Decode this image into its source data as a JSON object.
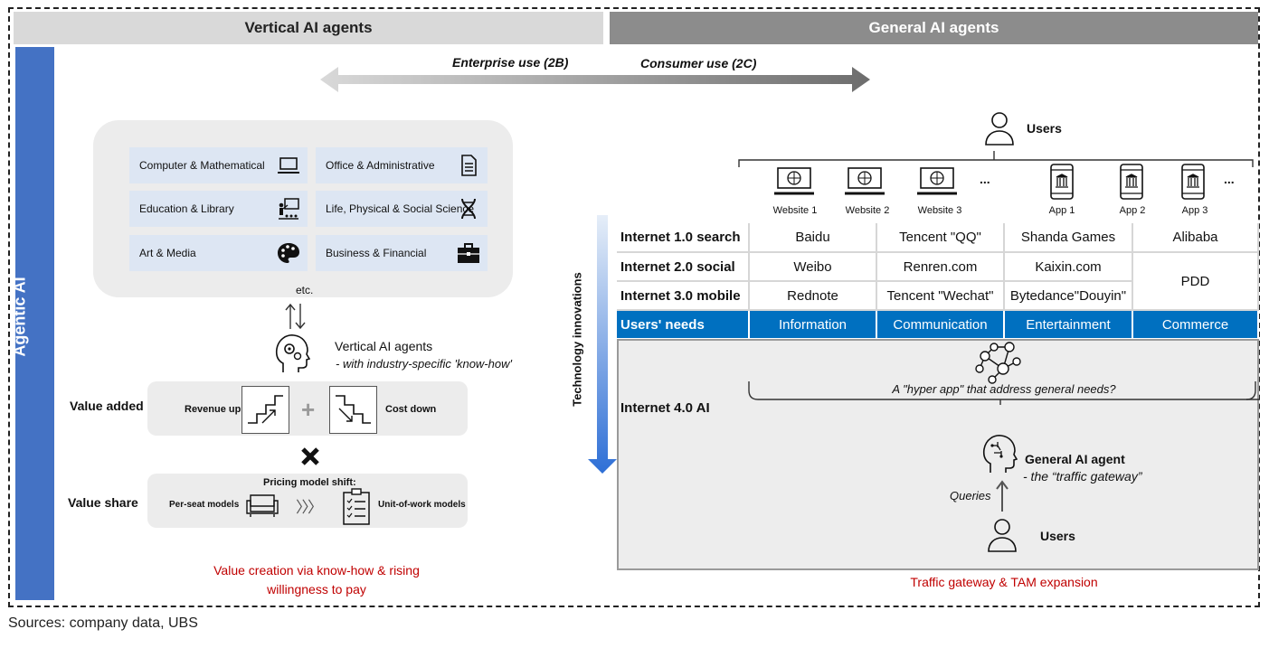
{
  "headers": {
    "left": "Vertical AI agents",
    "right": "General AI agents"
  },
  "sidebar": {
    "label": "Agentic AI"
  },
  "arrow": {
    "left": "Enterprise use (2B)",
    "right": "Consumer use (2C)"
  },
  "occupations": {
    "tiles": [
      "Computer & Mathematical",
      "Office & Administrative",
      "Education & Library",
      "Life, Physical & Social Science",
      "Art & Media",
      "Business & Financial"
    ],
    "etc": "etc."
  },
  "vertical_agent": {
    "title": "Vertical AI agents",
    "subtitle": "- with industry-specific  'know-how'"
  },
  "value_added": {
    "label": "Value added",
    "revenue": "Revenue up",
    "cost": "Cost down"
  },
  "value_share": {
    "label": "Value share",
    "shift": "Pricing model shift:",
    "per_seat": "Per-seat models",
    "unit_of_work": "Unit-of-work models"
  },
  "left_footer": {
    "line1": "Value creation via know-how & rising",
    "line2": "willingness to pay"
  },
  "users_top": "Users",
  "channels": [
    "Website 1",
    "Website 2",
    "Website 3",
    "App 1",
    "App 2",
    "App 3"
  ],
  "ellipsis": "...",
  "tech_label": "Technology innovations",
  "table": {
    "rows": [
      {
        "label": "Internet 1.0 search",
        "cells": [
          "Baidu",
          "Tencent \"QQ\"",
          "Shanda Games",
          "Alibaba"
        ]
      },
      {
        "label": "Internet 2.0 social",
        "cells": [
          "Weibo",
          "Renren.com",
          "Kaixin.com"
        ]
      },
      {
        "label": "Internet 3.0 mobile",
        "cells": [
          "Rednote",
          "Tencent \"Wechat\"",
          "Bytedance\"Douyin\""
        ]
      }
    ],
    "merged": "PDD",
    "needs": {
      "label": "Users' needs",
      "cells": [
        "Information",
        "Communication",
        "Entertainment",
        "Commerce"
      ]
    }
  },
  "ai_panel": {
    "label": "Internet 4.0 AI",
    "hyper_app": "A \"hyper app\" that address general needs?",
    "agent_title": "General AI agent",
    "agent_subtitle": "- the “traffic gateway”",
    "queries": "Queries",
    "users": "Users"
  },
  "right_footer": "Traffic gateway & TAM expansion",
  "source": "Sources: company data, UBS"
}
